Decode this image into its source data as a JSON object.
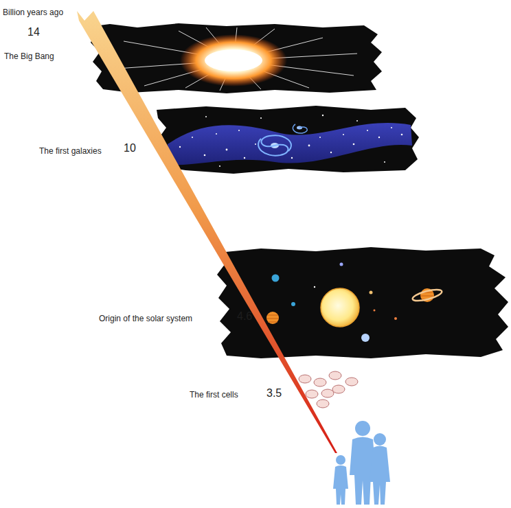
{
  "diagram": {
    "labels": [
      "Billion years ago",
      "14",
      "The Big Bang",
      "The first galaxies",
      "10",
      "Origin of the solar system",
      "4.6",
      "The first cells",
      "3.5"
    ]
  }
}
